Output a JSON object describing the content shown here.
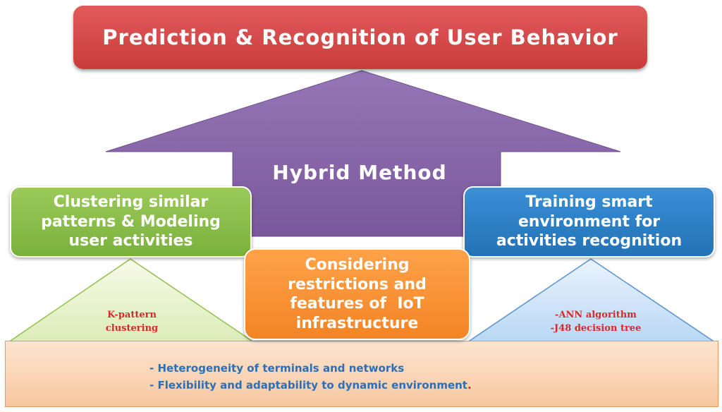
{
  "title": "Prediction & Recognition of User Behavior",
  "center_arrow": {
    "label": "Hybrid Method"
  },
  "left_box": {
    "lines": [
      "Clustering similar",
      "patterns & Modeling",
      "user activities"
    ]
  },
  "right_box": {
    "lines": [
      "Training smart",
      "environment for",
      "activities recognition"
    ]
  },
  "center_box": {
    "lines": [
      "Considering",
      "restrictions and",
      "features of  IoT",
      "infrastructure"
    ]
  },
  "left_triangle": {
    "lines": [
      "K-pattern",
      "clustering"
    ]
  },
  "right_triangle": {
    "lines": [
      "-ANN algorithm",
      "-J48 decision tree"
    ]
  },
  "bottom_box": {
    "line1": "- Heterogeneity of terminals and networks",
    "line2": "- Flexibility and adaptability to dynamic environment",
    "line2_end": "."
  },
  "colors": {
    "title": "#d94848",
    "arrow": "#8763a8",
    "left_box": "#8bbd4a",
    "right_box": "#2c7fc4",
    "center_box": "#f8902f",
    "bottom_box": "#fbd8b8",
    "triangle_text": "#d42a2a",
    "bottom_text": "#2a6fb8"
  }
}
